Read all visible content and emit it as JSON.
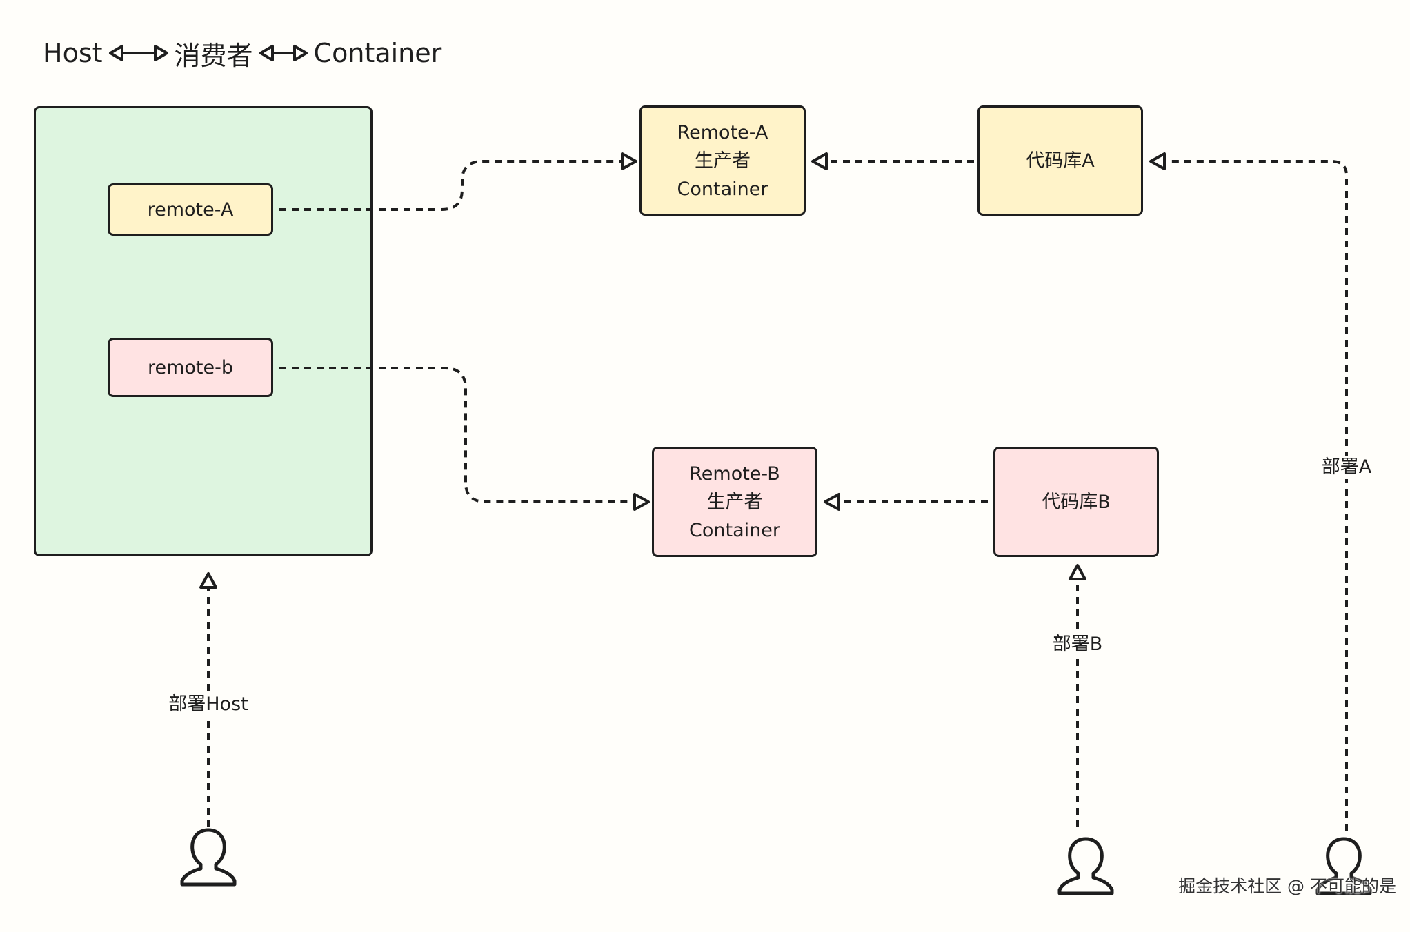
{
  "header": {
    "host": "Host",
    "consumer": "消费者",
    "container": "Container"
  },
  "nodes": {
    "remote_a_ref": "remote-A",
    "remote_b_ref": "remote-b",
    "remote_a_container": [
      "Remote-A",
      "生产者",
      "Container"
    ],
    "remote_b_container": [
      "Remote-B",
      "生产者",
      "Container"
    ],
    "repo_a": "代码库A",
    "repo_b": "代码库B"
  },
  "edges": {
    "deploy_host": "部署Host",
    "deploy_a": "部署A",
    "deploy_b": "部署B"
  },
  "watermark": "掘金技术社区 @ 不可能的是",
  "colors": {
    "host_fill": "#def5e0",
    "remote_a_fill": "#fff3c9",
    "remote_b_fill": "#ffe3e3",
    "stroke": "#1e1e1e",
    "background": "#fffefa"
  },
  "icons": {
    "title_arrows": "bidirectional-arrow-icon",
    "actors": "person-icon"
  }
}
